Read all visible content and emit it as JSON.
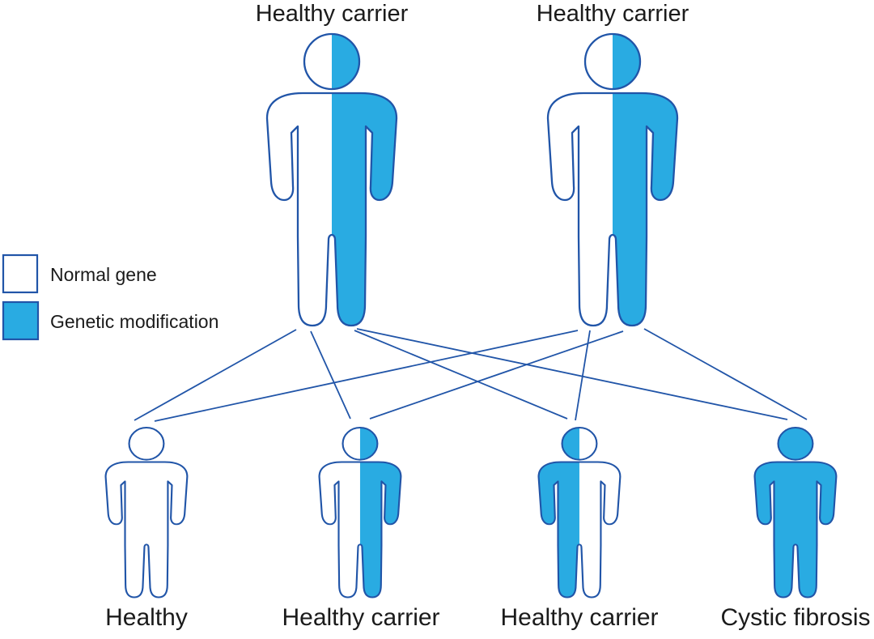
{
  "colors": {
    "blue": "#29ABE2",
    "outline": "#2155A8",
    "text": "#1b1b1b",
    "background": "#ffffff"
  },
  "legend": {
    "normal_gene": "Normal gene",
    "genetic_modification": "Genetic modification"
  },
  "parents": [
    {
      "label": "Healthy carrier",
      "genotype": "half-right-blue"
    },
    {
      "label": "Healthy carrier",
      "genotype": "half-right-blue"
    }
  ],
  "children": [
    {
      "label": "Healthy",
      "genotype": "all-white"
    },
    {
      "label": "Healthy carrier",
      "genotype": "half-right-blue"
    },
    {
      "label": "Healthy carrier",
      "genotype": "half-left-blue"
    },
    {
      "label": "Cystic fibrosis",
      "genotype": "all-blue"
    }
  ]
}
